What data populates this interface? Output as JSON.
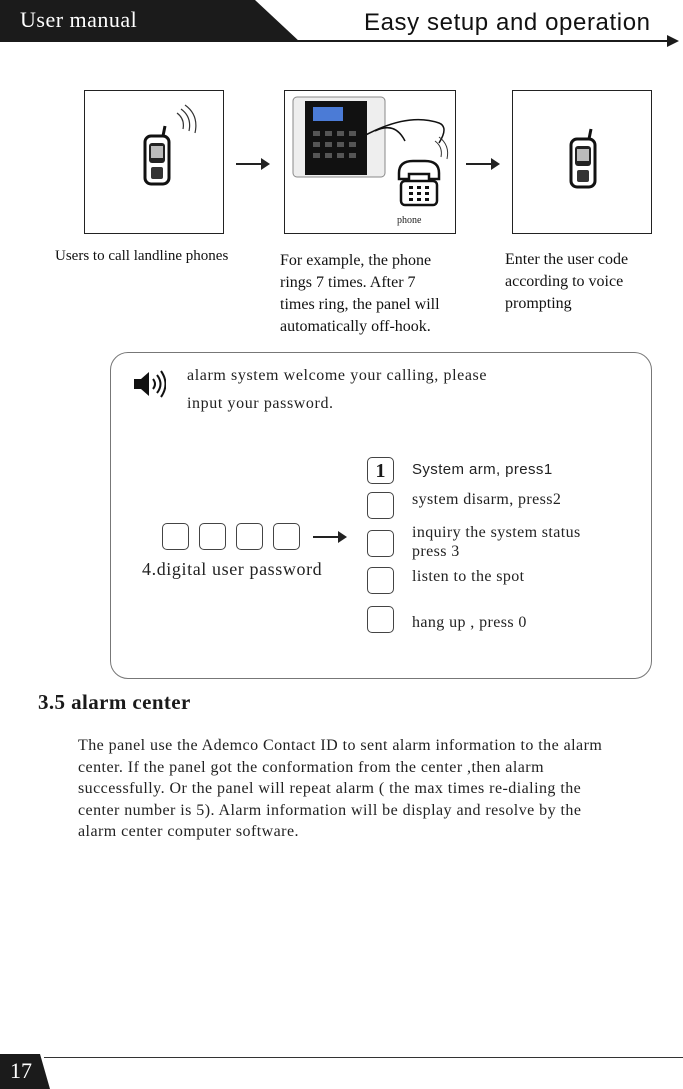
{
  "header": {
    "title": "User manual",
    "section": "Easy setup and operation"
  },
  "flow": {
    "step1_caption": "Users to call landline phones",
    "step2_image_label": "phone",
    "step2_caption": [
      "For example, the phone",
      "rings 7 times. After  7",
      "times ring, the panel will",
      "automatically off-hook."
    ],
    "step3_caption": [
      "Enter the user code",
      "according to voice",
      "prompting"
    ]
  },
  "voice_menu": {
    "greeting_line1": "alarm system welcome your calling, please",
    "greeting_line2": "input your password.",
    "password_label": "4.digital user password",
    "first_key": "1",
    "options": [
      "System arm,  press1",
      "system disarm,  press2",
      "inquiry the system status",
      "press 3",
      "listen to the spot",
      "hang up , press 0"
    ]
  },
  "section": {
    "title": "3.5  alarm center",
    "lines": [
      "The panel use the Ademco Contact ID to sent alarm information to the alarm",
      "center. If the panel got the conformation from the center ,then alarm",
      "successfully. Or  the panel will repeat alarm ( the max times re-dialing the",
      "center number is 5). Alarm information will be display and resolve by the",
      "alarm center computer software."
    ]
  },
  "footer": {
    "page_number": "17"
  }
}
